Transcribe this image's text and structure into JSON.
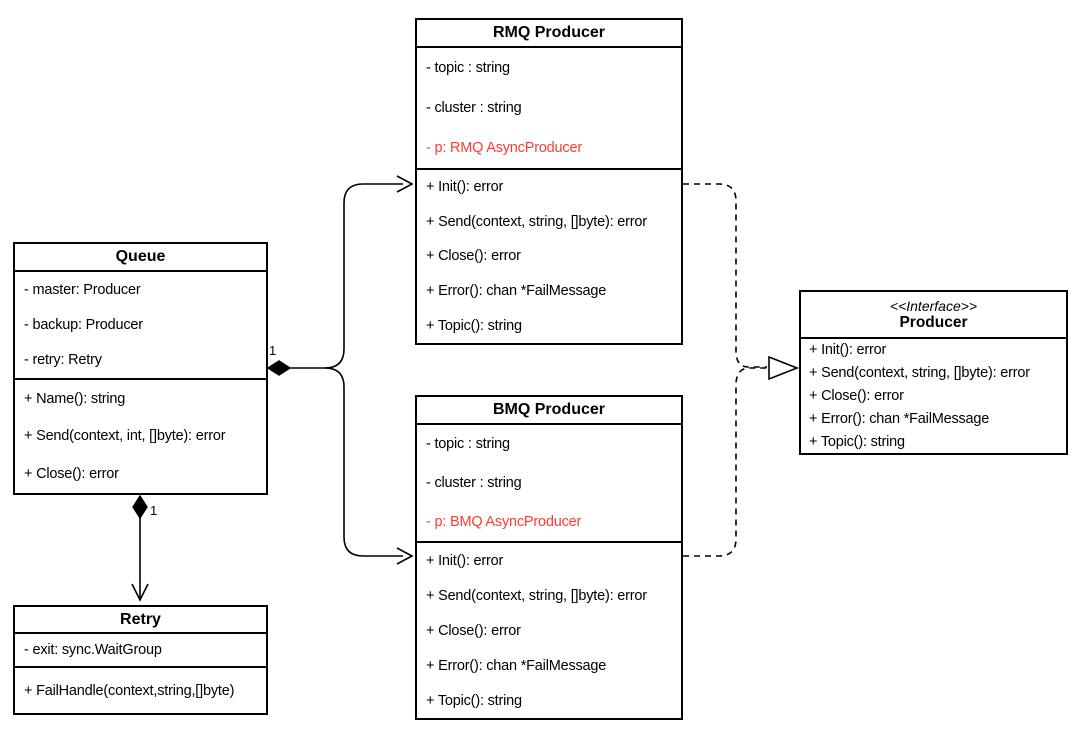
{
  "colors": {
    "highlight": "#ff3b30",
    "stroke": "#000000",
    "background": "#ffffff"
  },
  "classes": {
    "queue": {
      "title": "Queue",
      "attributes": [
        "- master: Producer",
        "- backup: Producer",
        "- retry: Retry"
      ],
      "methods": [
        "+ Name(): string",
        "+ Send(context, int, []byte): error",
        "+ Close(): error"
      ]
    },
    "rmq_producer": {
      "title": "RMQ Producer",
      "attributes": [
        {
          "text": "- topic : string",
          "highlight": false
        },
        {
          "text": "- cluster : string",
          "highlight": false
        },
        {
          "text": "- p: RMQ AsyncProducer",
          "highlight": true
        }
      ],
      "methods": [
        "+ Init(): error",
        "+ Send(context, string, []byte): error",
        "+ Close(): error",
        "+ Error(): chan *FailMessage",
        "+ Topic(): string"
      ]
    },
    "bmq_producer": {
      "title": "BMQ Producer",
      "attributes": [
        {
          "text": "- topic : string",
          "highlight": false
        },
        {
          "text": "- cluster : string",
          "highlight": false
        },
        {
          "text": "- p: BMQ AsyncProducer",
          "highlight": true
        }
      ],
      "methods": [
        "+ Init(): error",
        "+ Send(context, string, []byte): error",
        "+ Close(): error",
        "+ Error(): chan *FailMessage",
        "+ Topic(): string"
      ]
    },
    "producer_interface": {
      "stereotype": "<<Interface>>",
      "title": "Producer",
      "methods": [
        "+ Init(): error",
        "+ Send(context, string, []byte): error",
        "+ Close(): error",
        "+ Error(): chan *FailMessage",
        "+ Topic(): string"
      ]
    },
    "retry": {
      "title": "Retry",
      "attributes": [
        "- exit: sync.WaitGroup"
      ],
      "methods": [
        "+ FailHandle(context,string,[]byte)"
      ]
    }
  },
  "relations": {
    "queue_to_producers_multiplicity": "1",
    "queue_to_retry_multiplicity": "1"
  }
}
